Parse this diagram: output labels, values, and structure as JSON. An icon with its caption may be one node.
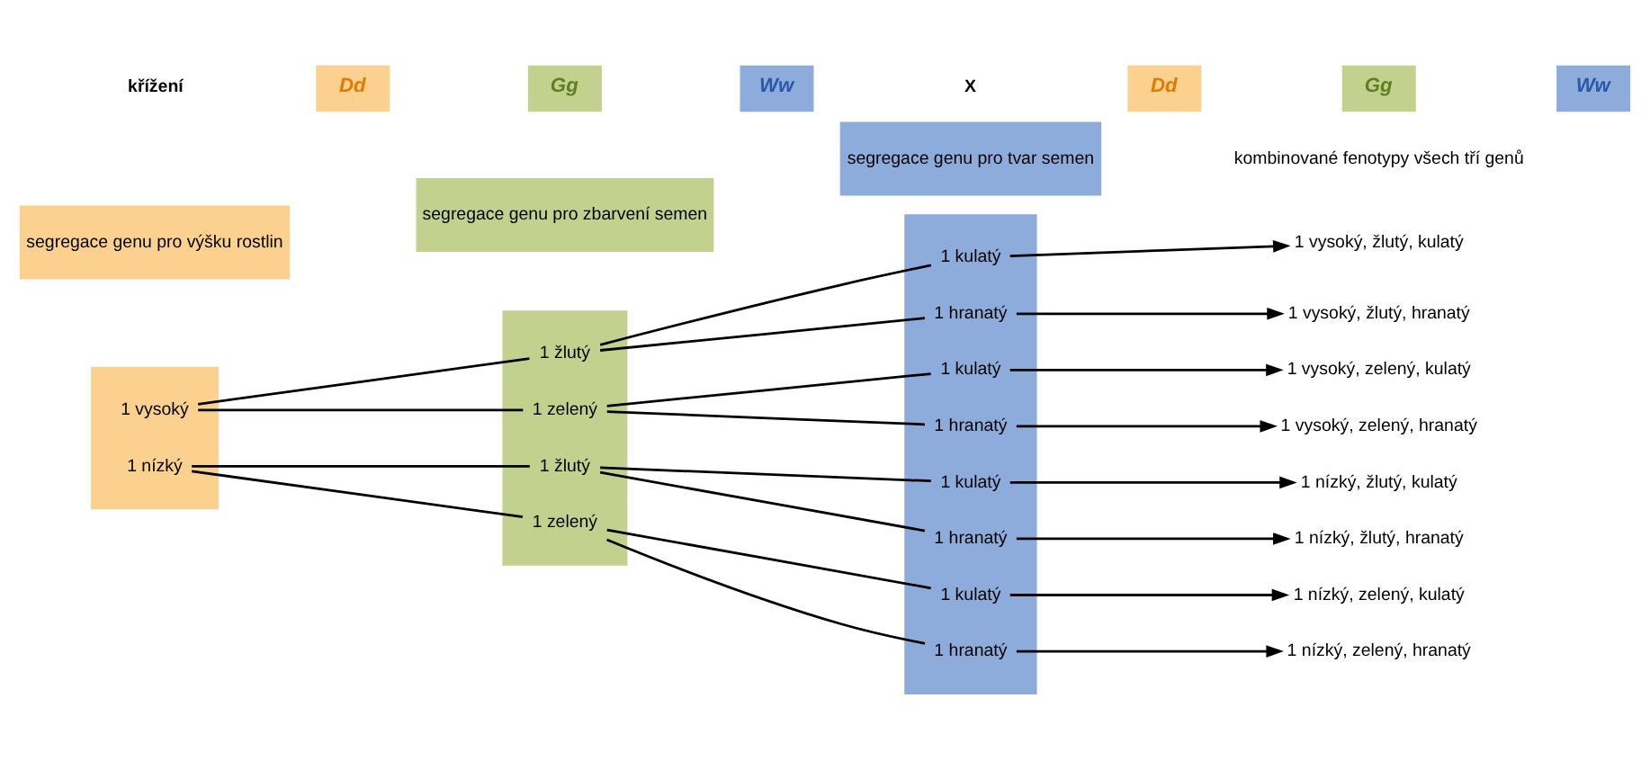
{
  "diagram": {
    "nodes": [
      {
        "text": [
          "Dd"
        ]
      },
      {
        "text": [
          "Gg"
        ]
      },
      {
        "text": [
          "Ww"
        ]
      },
      {
        "text": [
          "Dd"
        ]
      },
      {
        "text": [
          "Gg"
        ]
      },
      {
        "text": [
          "Ww"
        ]
      },
      {
        "text": [
          "segregace genu pro výšku rostlin"
        ]
      },
      {
        "text": [
          "segregace genu pro zbarvení semen"
        ]
      },
      {
        "text": [
          "segregace genu pro tvar semen"
        ]
      },
      {
        "text": [],
        "shape": "box"
      },
      {
        "text": [
          "1 vysoký"
        ],
        "in": 9
      },
      {
        "text": [
          "1 nízký"
        ],
        "in": 9
      },
      {
        "text": [],
        "shape": "box"
      },
      {
        "text": [
          "1 žlutý"
        ],
        "in": 12
      },
      {
        "text": [
          "1 zelený"
        ],
        "in": 12
      },
      {
        "text": [
          "1 žlutý"
        ],
        "in": 12
      },
      {
        "text": [
          "1 zelený"
        ],
        "in": 12
      },
      {
        "text": [],
        "shape": "box"
      },
      {
        "text": [
          "1 kulatý"
        ],
        "in": 17
      },
      {
        "text": [
          "1 hranatý"
        ],
        "in": 17
      },
      {
        "text": [
          "1 kulatý"
        ],
        "in": 17
      },
      {
        "text": [
          "1 hranatý"
        ],
        "in": 17
      },
      {
        "text": [
          "1 kulatý"
        ],
        "in": 17
      },
      {
        "text": [
          "1 hranatý"
        ],
        "in": 17
      },
      {
        "text": [
          "1 kulatý"
        ],
        "in": 17
      },
      {
        "text": [
          "1 hranatý"
        ],
        "in": 17
      },
      {
        "text": [
          "1 vysoký, žlutý, kulatý"
        ]
      },
      {
        "text": [
          "1 vysoký, žlutý, hranatý"
        ]
      },
      {
        "text": [
          "1 vysoký, zelený, kulatý"
        ]
      },
      {
        "text": [
          "1 vysoký, zelený, hranatý"
        ]
      },
      {
        "text": [
          "1 nízký, žlutý, kulatý"
        ]
      },
      {
        "text": [
          "1 nízký, žlutý, hranatý"
        ]
      },
      {
        "text": [
          "1 nízký, zelený, kulatý"
        ]
      },
      {
        "text": [
          "1 nízký, zelený, hranatý"
        ]
      }
    ],
    "edges": [
      {
        "from": 10,
        "to": 13,
        "arrow": "none"
      },
      {
        "from": 10,
        "to": 14,
        "arrow": "none"
      },
      {
        "from": 11,
        "to": 15,
        "arrow": "none"
      },
      {
        "from": 11,
        "to": 16,
        "arrow": "none"
      },
      {
        "from": 13,
        "to": 18,
        "arrow": "none"
      },
      {
        "from": 13,
        "to": 19,
        "arrow": "none"
      },
      {
        "from": 14,
        "to": 20,
        "arrow": "none"
      },
      {
        "from": 14,
        "to": 21,
        "arrow": "none"
      },
      {
        "from": 15,
        "to": 22,
        "arrow": "none"
      },
      {
        "from": 15,
        "to": 23,
        "arrow": "none"
      },
      {
        "from": 16,
        "to": 24,
        "arrow": "none"
      },
      {
        "from": 16,
        "to": 25,
        "arrow": "none"
      },
      {
        "from": 18,
        "to": 26,
        "arrow": "to"
      },
      {
        "from": 19,
        "to": 27,
        "arrow": "to"
      },
      {
        "from": 20,
        "to": 28,
        "arrow": "to"
      },
      {
        "from": 21,
        "to": 29,
        "arrow": "to"
      },
      {
        "from": 22,
        "to": 30,
        "arrow": "to"
      },
      {
        "from": 23,
        "to": 31,
        "arrow": "to"
      },
      {
        "from": 24,
        "to": 32,
        "arrow": "to"
      },
      {
        "from": 25,
        "to": 33,
        "arrow": "to"
      }
    ],
    "labels": [
      "křížení",
      "X",
      "kombinované fenotypy všech tří genů"
    ]
  }
}
